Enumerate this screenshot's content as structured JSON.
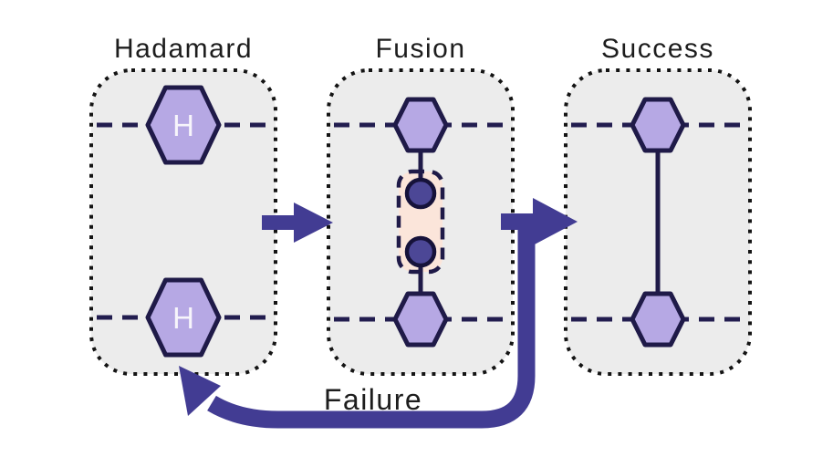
{
  "diagram": {
    "panels": [
      {
        "id": "hadamard",
        "title": "Hadamard",
        "gate_label": "H"
      },
      {
        "id": "fusion",
        "title": "Fusion"
      },
      {
        "id": "success",
        "title": "Success"
      }
    ],
    "failure_label": "Failure",
    "flow": {
      "stages": [
        "Hadamard",
        "Fusion",
        "Success"
      ],
      "transitions": [
        {
          "from": "Hadamard",
          "to": "Fusion",
          "label": ""
        },
        {
          "from": "Fusion",
          "to": "Success",
          "label": ""
        },
        {
          "from": "Fusion",
          "to": "Hadamard",
          "label": "Failure"
        }
      ]
    },
    "colors": {
      "background": "#ffffff",
      "panel_fill": "#ececec",
      "panel_border": "#141414",
      "hexagon_fill": "#b6a8e4",
      "shape_stroke": "#1f1a48",
      "fusion_node_fill": "#4c4796",
      "fusion_region_fill": "#fbe5da",
      "arrow": "#423c93",
      "title_text": "#1d1d1d",
      "gate_text": "#f7f5fb"
    }
  }
}
